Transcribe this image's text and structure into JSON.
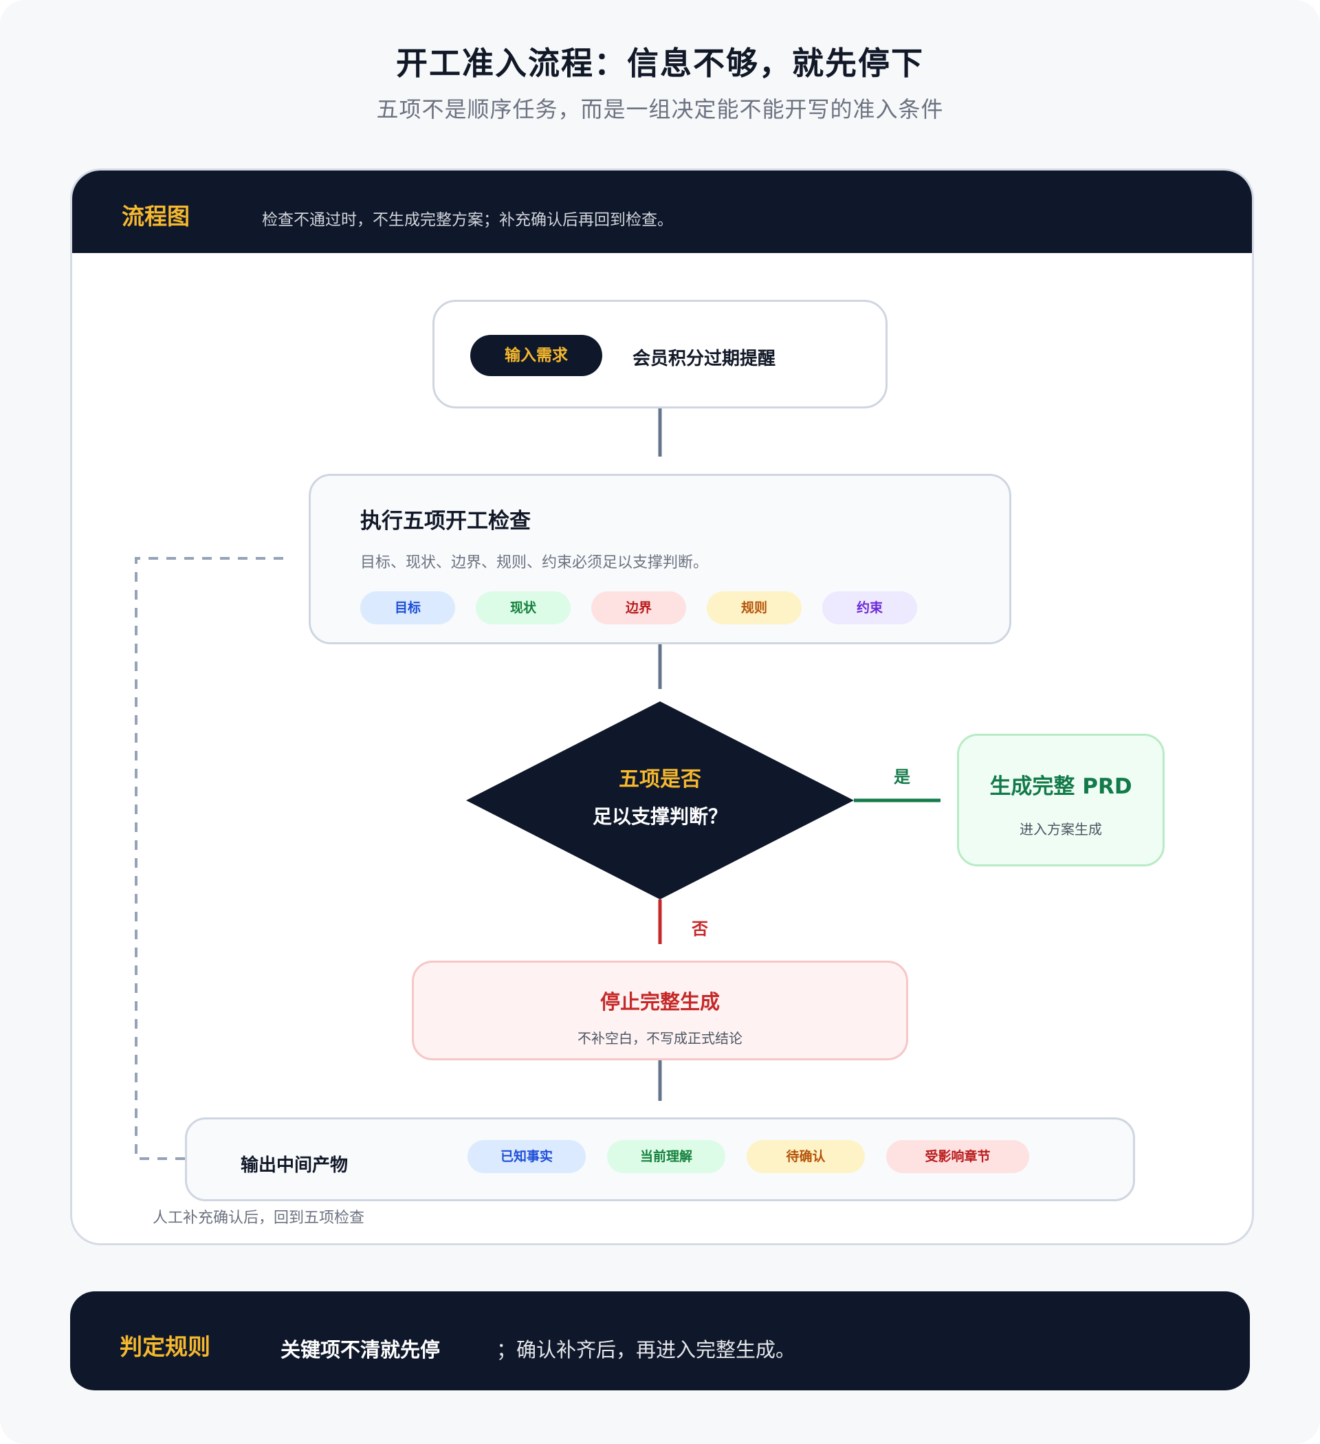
{
  "header": {
    "title": "开工准入流程：信息不够，就先停下",
    "subtitle": "五项不是顺序任务，而是一组决定能不能开写的准入条件"
  },
  "flow_panel": {
    "label": "流程图",
    "description": "检查不通过时，不生成完整方案；补充确认后再回到检查。"
  },
  "input_node": {
    "pill": "输入需求",
    "text": "会员积分过期提醒"
  },
  "check_node": {
    "title": "执行五项开工检查",
    "description": "目标、现状、边界、规则、约束必须足以支撑判断。",
    "tags": [
      "目标",
      "现状",
      "边界",
      "规则",
      "约束"
    ]
  },
  "decision": {
    "line1": "五项是否",
    "line2": "足以支撑判断？",
    "yes": "是",
    "no": "否"
  },
  "prd_node": {
    "title": "生成完整 PRD",
    "subtitle": "进入方案生成"
  },
  "stop_node": {
    "title": "停止完整生成",
    "subtitle": "不补空白，不写成正式结论"
  },
  "output_node": {
    "title": "输出中间产物",
    "tags": [
      "已知事实",
      "当前理解",
      "待确认",
      "受影响章节"
    ]
  },
  "loop_note": "人工补充确认后，回到五项检查",
  "rule": {
    "label": "判定规则",
    "key": "关键项不清就先停",
    "rest": "；确认补齐后，再进入完整生成。"
  },
  "colors": {
    "dark": "#0f172a",
    "accent": "#f5b82e",
    "yes": "#137a4a",
    "no": "#c62828",
    "connector": "#64748b"
  }
}
